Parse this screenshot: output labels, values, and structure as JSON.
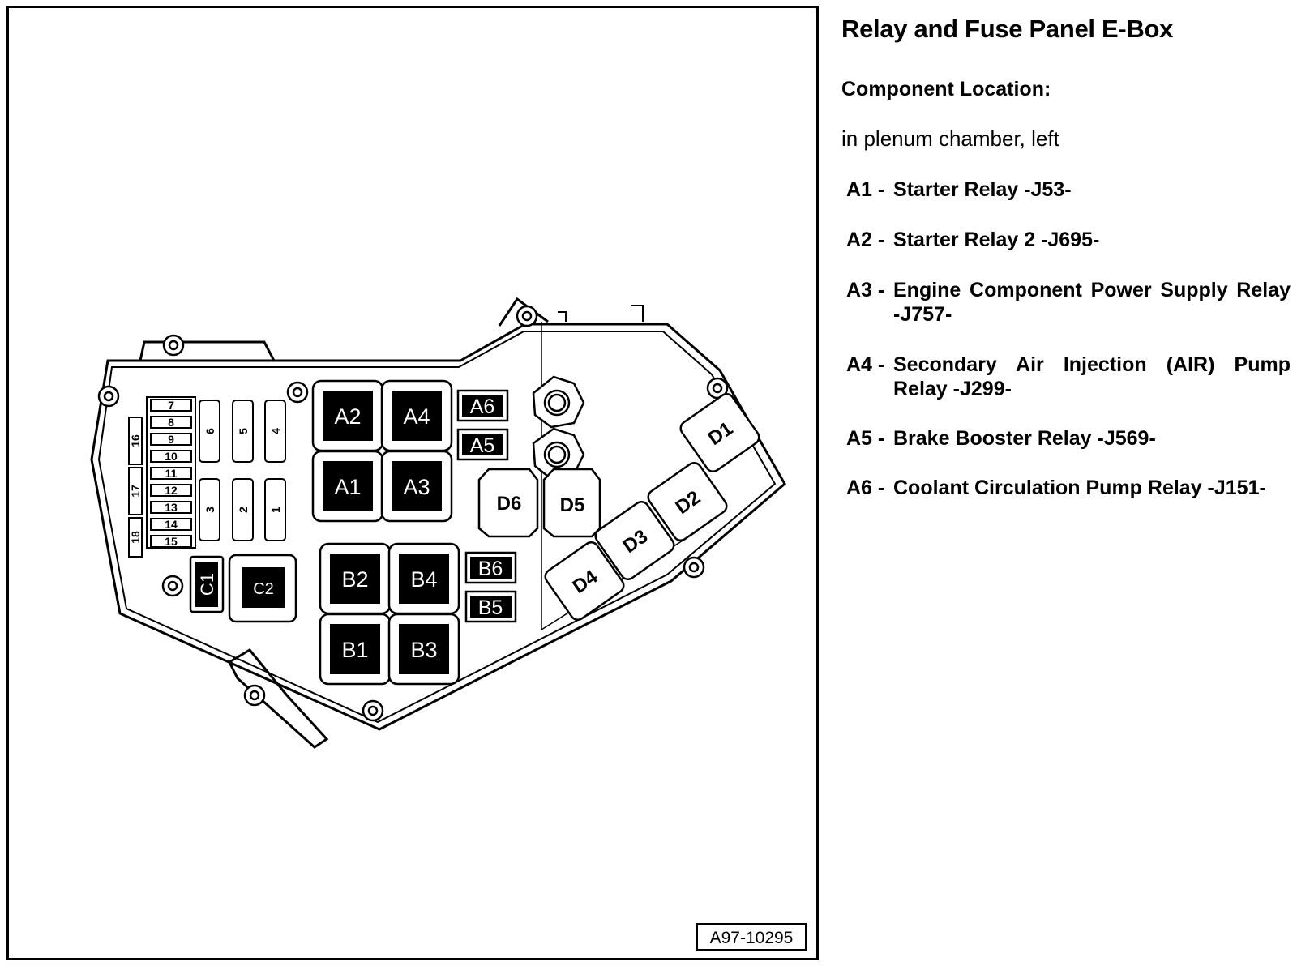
{
  "title": "Relay and Fuse Panel E-Box",
  "component_location_heading": "Component Location:",
  "location": "in plenum chamber, left",
  "legend": [
    {
      "code": "A1",
      "text": "Starter Relay -J53-"
    },
    {
      "code": "A2",
      "text": "Starter Relay 2 -J695-"
    },
    {
      "code": "A3",
      "text": "Engine Component Power Supply Relay -J757-"
    },
    {
      "code": "A4",
      "text": "Secondary Air Injection (AIR) Pump Relay -J299-"
    },
    {
      "code": "A5",
      "text": "Brake Booster Relay -J569-"
    },
    {
      "code": "A6",
      "text": "Coolant Circulation Pump Relay -J151-"
    }
  ],
  "figure_id": "A97-10295",
  "diagram": {
    "relays": [
      "A1",
      "A2",
      "A3",
      "A4",
      "B1",
      "B2",
      "B3",
      "B4",
      "C2"
    ],
    "small_relays": [
      "A5",
      "A6",
      "B5",
      "B6",
      "C1"
    ],
    "fuses": [
      "1",
      "2",
      "3",
      "4",
      "5",
      "6",
      "7",
      "8",
      "9",
      "10",
      "11",
      "12",
      "13",
      "14",
      "15",
      "16",
      "17",
      "18"
    ],
    "connectors": [
      "D1",
      "D2",
      "D3",
      "D4",
      "D5",
      "D6"
    ]
  }
}
